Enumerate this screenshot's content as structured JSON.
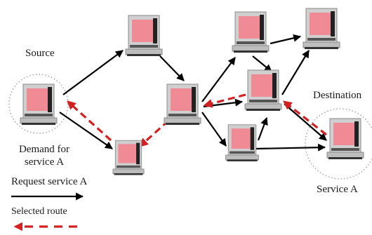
{
  "labels": {
    "source": "Source",
    "destination": "Destination",
    "demand_line1": "Demand for",
    "demand_line2": "service A",
    "service_a": "Service A"
  },
  "legend": {
    "request": "Request service A",
    "selected": "Selected route"
  },
  "colors": {
    "request_arrow": "#000000",
    "selected_route": "#d42020",
    "computer_screen": "#f08a94",
    "computer_frame": "#c9c9c9",
    "highlight_circle": "#9a9a9a"
  },
  "icons": {
    "node": "computer-icon"
  }
}
